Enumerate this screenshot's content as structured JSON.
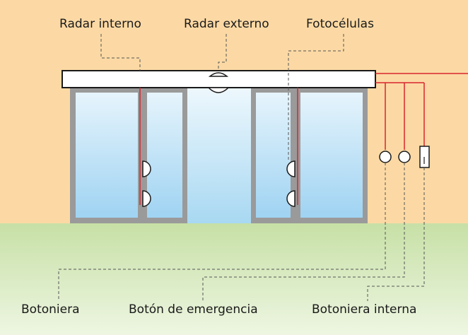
{
  "labels": {
    "radar_interno": "Radar interno",
    "radar_externo": "Radar externo",
    "fotocelulas": "Fotocélulas",
    "botoniera": "Botoniera",
    "boton_emergencia": "Botón de emergencia",
    "botoniera_interna": "Botoniera interna"
  },
  "colors": {
    "wall": "#fcd9a4",
    "floor": "#d4e8b8",
    "frame": "#9a9a9a",
    "glass": "#b9dff5",
    "wire": "#d8262e",
    "leader": "#555555"
  }
}
